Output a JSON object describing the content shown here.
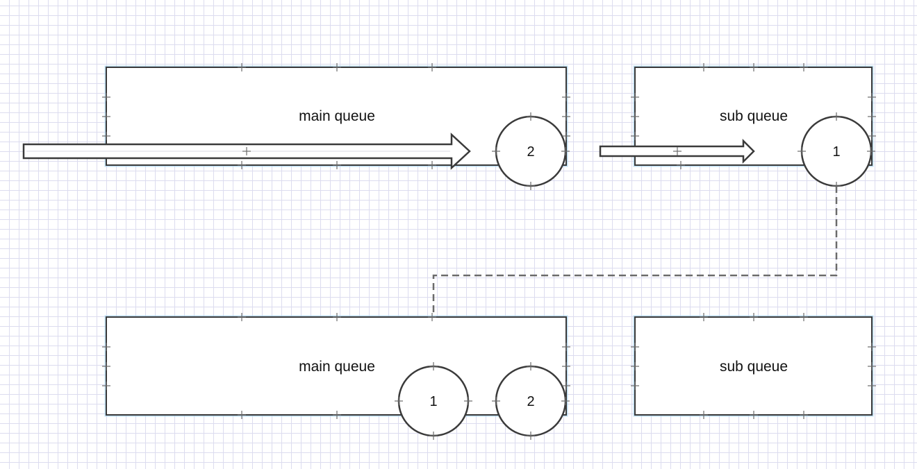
{
  "diagram": {
    "top_row": {
      "main_queue": {
        "label": "main queue",
        "items": [
          "2"
        ]
      },
      "sub_queue": {
        "label": "sub queue",
        "items": [
          "1"
        ]
      }
    },
    "bottom_row": {
      "main_queue": {
        "label": "main queue",
        "items": [
          "1",
          "2"
        ]
      },
      "sub_queue": {
        "label": "sub queue",
        "items": []
      }
    }
  },
  "colors": {
    "stroke": "#3a3a3a",
    "box_glow": "#a8d4f0",
    "grid": "#dcdcef",
    "dashed_connector": "#6b6b6b"
  }
}
